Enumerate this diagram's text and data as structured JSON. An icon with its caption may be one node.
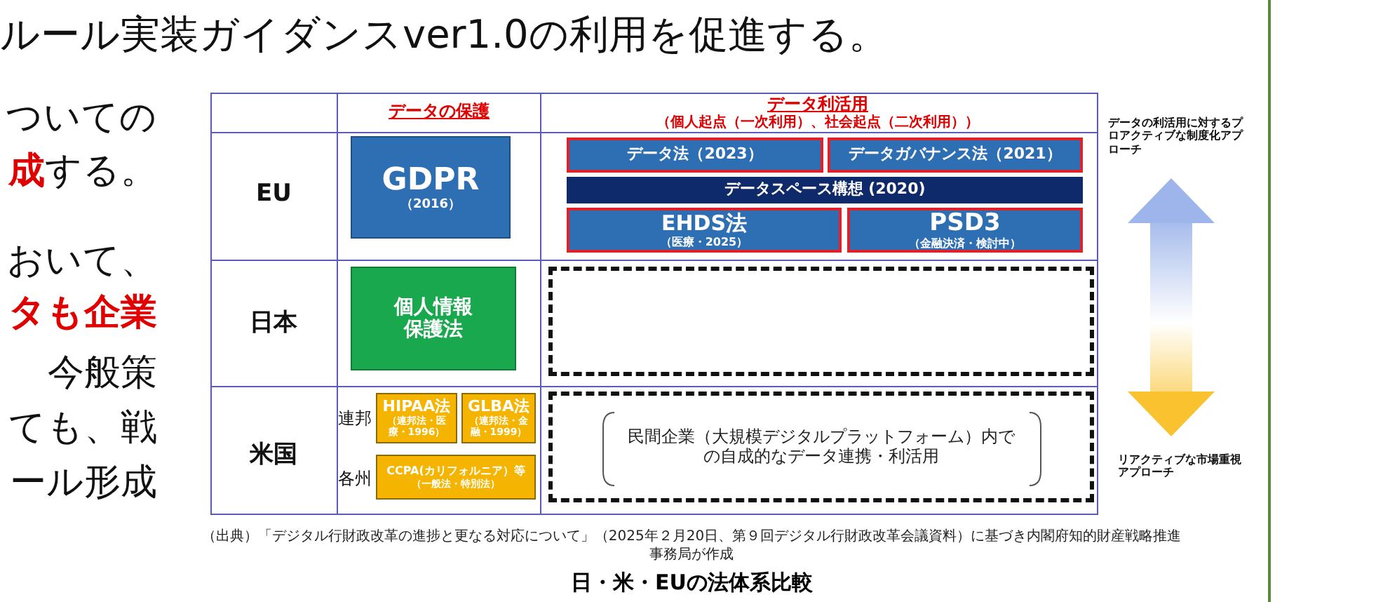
{
  "diagram": {
    "caption": "日・米・EUの法体系比較",
    "nodes": [
      {
        "text": [
          "GDPR",
          "（2016）"
        ]
      },
      {
        "text": [
          "データ法（2023）"
        ]
      },
      {
        "text": [
          "データガバナンス法（2021）"
        ]
      },
      {
        "text": [
          "データスペース構想 (2020)"
        ]
      },
      {
        "text": [
          "EHDS法",
          "（医療・2025）"
        ]
      },
      {
        "text": [
          "PSD3",
          "（金融決済・検討中）"
        ]
      },
      {
        "text": [
          "個人情報保護法"
        ]
      },
      {
        "text": [],
        "shape": "box"
      },
      {
        "text": [
          "HIPAA法",
          "（連邦法・医療・1996）"
        ]
      },
      {
        "text": [
          "GLBA法",
          "（連邦法・金融・1999）"
        ]
      },
      {
        "text": [
          "CCPA(カリフォルニア）等",
          "（一般法・特別法）"
        ]
      },
      {
        "text": [
          "民間企業（大規模デジタルプラットフォーム）内での自成的なデータ連携・利活用"
        ]
      },
      {
        "text": [
          "データの利活用に対するプロアクティブな制度化アプローチ"
        ]
      },
      {
        "text": [
          "リアクティブな市場重視アプローチ"
        ]
      }
    ],
    "edges": [
      {
        "from": 12,
        "to": 13,
        "arrow": "both"
      }
    ],
    "labels": [
      "ルール実装ガイダンスver1.0の利用を促進する。",
      "ついての",
      "**成**する。",
      "おいて、",
      "**タも企業**",
      "今般策",
      "ても、戦",
      "ール形成",
      "データの保護",
      "データ利活用",
      "（個人起点（一次利用）、社会起点（二次利用））",
      "EU",
      "日本",
      "連邦",
      "各州",
      "米国",
      "（出典）「デジタル行財政改革の進捗と更なる対応について」（2025年２月20日、第９回デジタル行財政改革会議資料）に基づき内閣府知的財産戦略推進事務局が作成"
    ]
  }
}
